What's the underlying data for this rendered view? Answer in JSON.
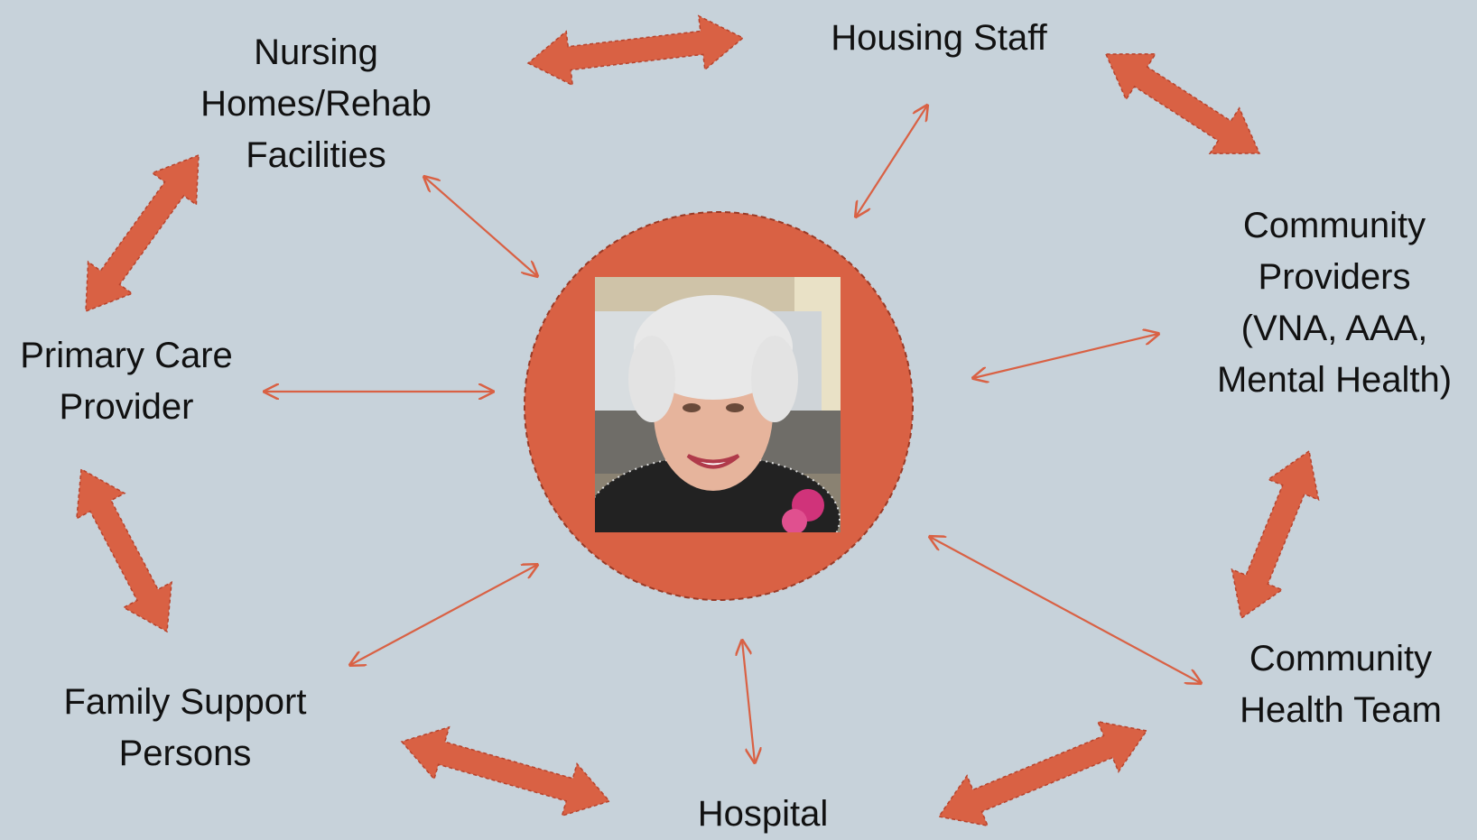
{
  "diagram": {
    "center": {
      "label": "",
      "photo": "photo-of-smiling-elderly-woman"
    },
    "nodes": {
      "housing": [
        "Housing Staff"
      ],
      "nursing": [
        "Nursing",
        "Homes/Rehab",
        "Facilities"
      ],
      "primary": [
        "Primary Care",
        "Provider"
      ],
      "community": [
        "Community",
        "Providers",
        "(VNA, AAA,",
        "Mental Health)"
      ],
      "cht": [
        "Community",
        "Health Team"
      ],
      "family": [
        "Family Support",
        "Persons"
      ],
      "hospital": [
        "Hospital"
      ]
    }
  },
  "colors": {
    "background": "#c7d2da",
    "accent": "#d96144",
    "outline": "#b8432c",
    "text": "#111111"
  }
}
